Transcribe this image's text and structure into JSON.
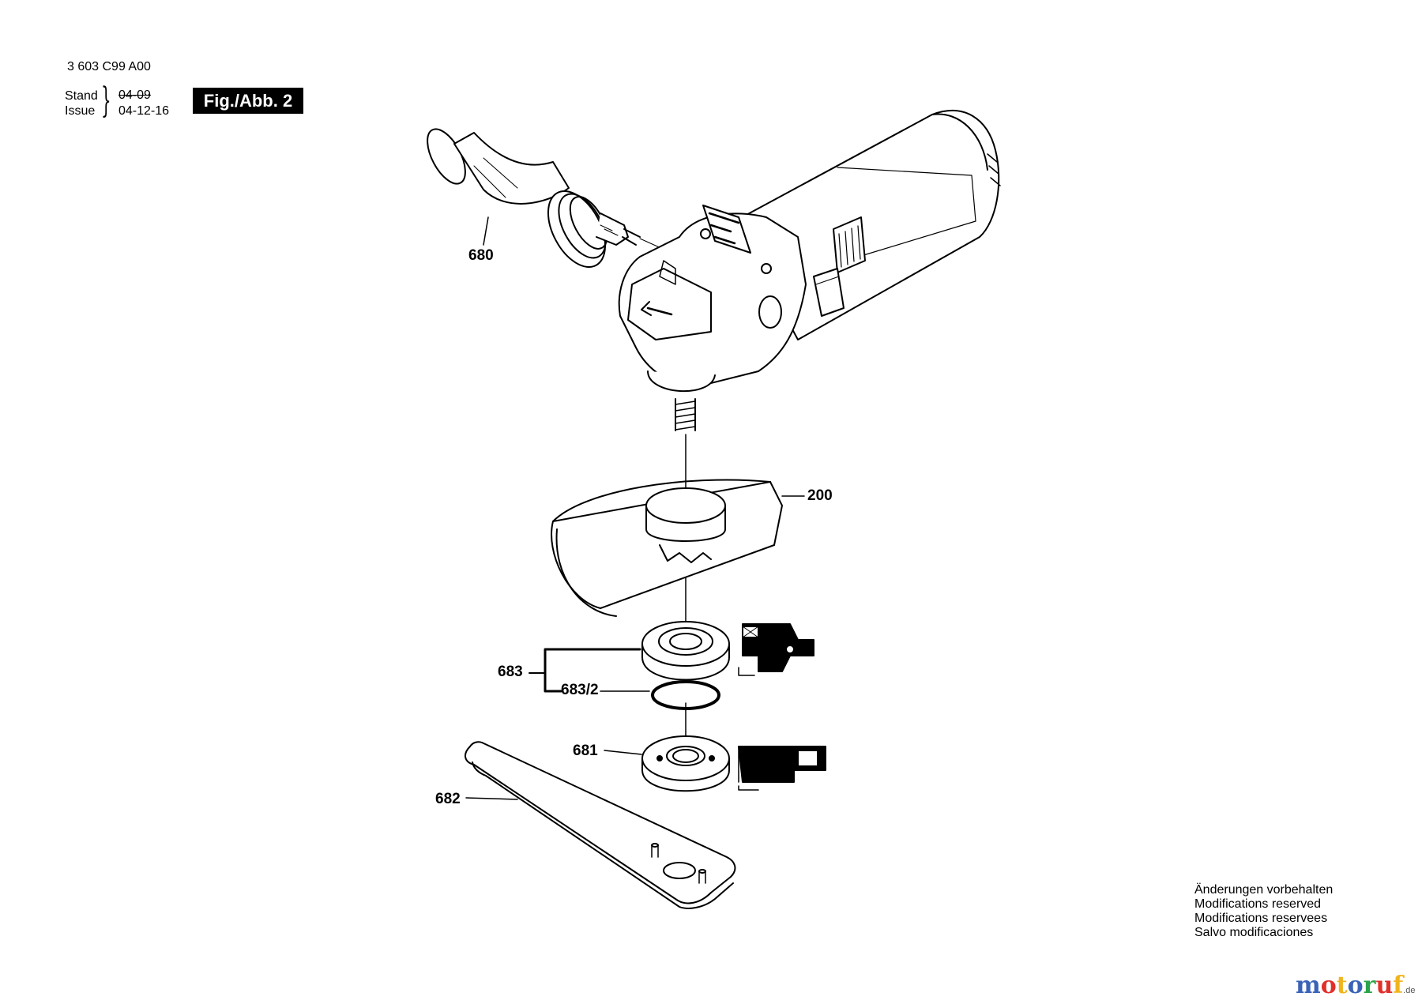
{
  "header": {
    "part_number": "3 603 C99 A00",
    "stand_label": "Stand",
    "issue_label": "Issue",
    "stand_date": "04-09",
    "issue_date": "04-12-16",
    "figure_label": "Fig./Abb. 2"
  },
  "callouts": {
    "handle": "680",
    "guard": "200",
    "flange_set": "683",
    "o_ring": "683/2",
    "mounting_flange": "681",
    "spanner": "682"
  },
  "notes": [
    "Änderungen vorbehalten",
    "Modifications reserved",
    "Modifications reservees",
    "Salvo modificaciones"
  ],
  "watermark": {
    "letters": [
      {
        "char": "m",
        "color": "#3a63b8"
      },
      {
        "char": "o",
        "color": "#e0302a"
      },
      {
        "char": "t",
        "color": "#f0b41c"
      },
      {
        "char": "o",
        "color": "#3a63b8"
      },
      {
        "char": "r",
        "color": "#2aa44a"
      },
      {
        "char": "u",
        "color": "#e0302a"
      },
      {
        "char": "f",
        "color": "#f0b41c"
      }
    ],
    "tld": ".de"
  }
}
